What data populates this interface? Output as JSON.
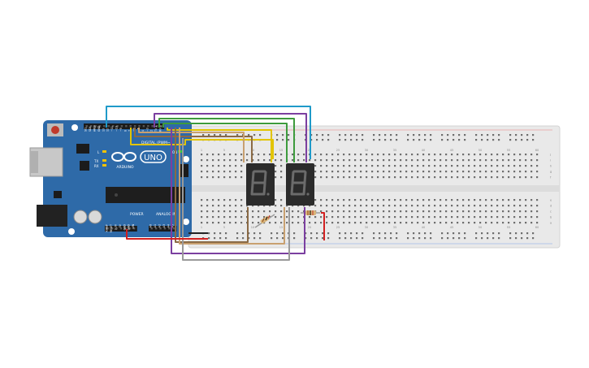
{
  "board": {
    "name": "UNO",
    "brand": "ARDUINO",
    "header_digital": "DIGITAL (PWM~)",
    "header_power": "POWER",
    "header_analog": "ANALOG IN",
    "label_l": "L",
    "label_tx": "TX",
    "label_rx": "RX",
    "label_on": "ON",
    "digital_pins": [
      "SCL",
      "SDA",
      "AREF",
      "GND",
      "13",
      "12",
      "~11",
      "~10",
      "~9",
      "8",
      "7",
      "~6",
      "~5",
      "4",
      "~3",
      "2",
      "TX 1",
      "RX 0"
    ],
    "power_pins": [
      "IOREF",
      "RESET",
      "3.3V",
      "5V",
      "GND",
      "GND",
      "VIN"
    ],
    "analog_pins": [
      "A0",
      "A1",
      "A2",
      "A3",
      "A4",
      "A5"
    ]
  },
  "breadboard": {
    "column_numbers": [
      "1",
      "5",
      "10",
      "15",
      "20",
      "25",
      "30",
      "35",
      "40",
      "45",
      "50",
      "55",
      "60"
    ],
    "row_letters_top": [
      "j",
      "i",
      "h",
      "g",
      "f"
    ],
    "row_letters_bottom": [
      "e",
      "d",
      "c",
      "b",
      "a"
    ]
  },
  "displays": [
    {
      "digit": "8.",
      "color": "#2b2b2b"
    },
    {
      "digit": "8.",
      "color": "#2b2b2b"
    }
  ],
  "colors": {
    "board": "#2e6aa8",
    "breadboard": "#e9e9e9",
    "wire_blue": "#1f9ac9",
    "wire_purple": "#7b3fa0",
    "wire_green": "#3d9b3d",
    "wire_yellow": "#e2c400",
    "wire_brown": "#8a6a45",
    "wire_gray": "#9a9a9a",
    "wire_red": "#d22020",
    "wire_black": "#222222"
  }
}
